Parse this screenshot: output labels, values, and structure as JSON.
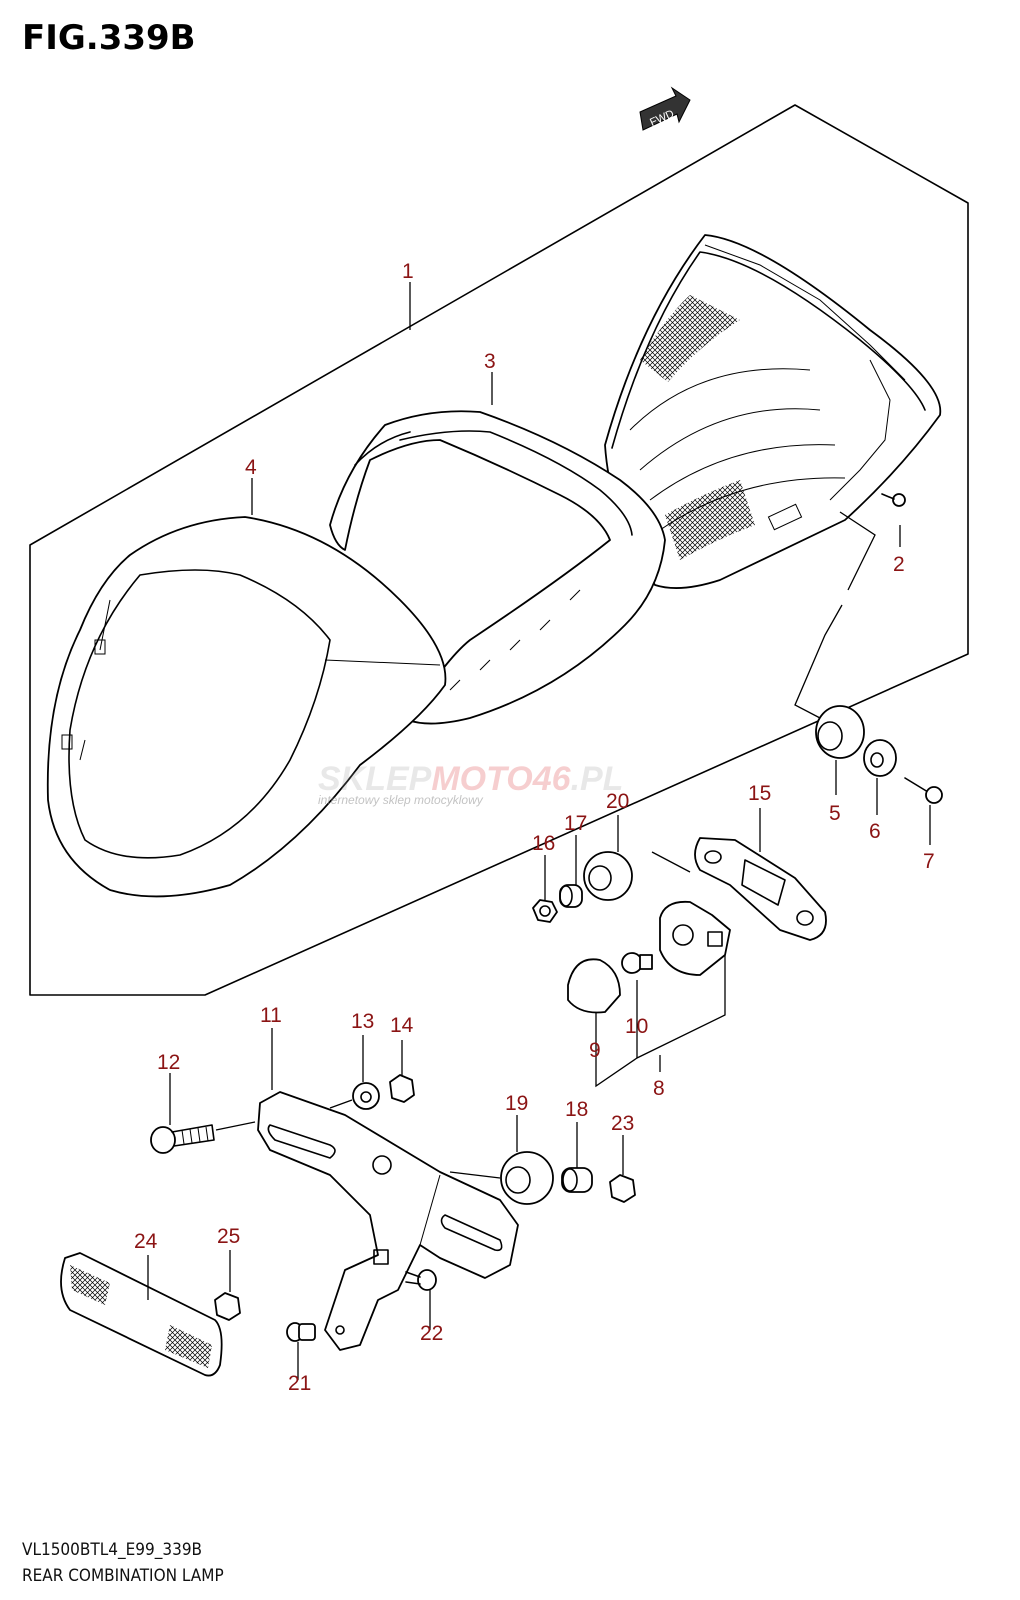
{
  "figure": {
    "title": "FIG.339B",
    "model_code": "VL1500BTL4_E99_339B",
    "assembly_name": "REAR COMBINATION LAMP"
  },
  "direction_marker": {
    "label": "FWD",
    "icon": "fwd-arrow-icon"
  },
  "watermark": {
    "brand_left": "SKLEP",
    "brand_mid": "MOTO",
    "brand_num": "46",
    "brand_tld": ".PL",
    "tagline": "internetowy sklep motocyklowy"
  },
  "callouts": [
    {
      "id": "1",
      "label": "1"
    },
    {
      "id": "2",
      "label": "2"
    },
    {
      "id": "3",
      "label": "3"
    },
    {
      "id": "4",
      "label": "4"
    },
    {
      "id": "5",
      "label": "5"
    },
    {
      "id": "6",
      "label": "6"
    },
    {
      "id": "7",
      "label": "7"
    },
    {
      "id": "8",
      "label": "8"
    },
    {
      "id": "9",
      "label": "9"
    },
    {
      "id": "10",
      "label": "10"
    },
    {
      "id": "11",
      "label": "11"
    },
    {
      "id": "12",
      "label": "12"
    },
    {
      "id": "13",
      "label": "13"
    },
    {
      "id": "14",
      "label": "14"
    },
    {
      "id": "15",
      "label": "15"
    },
    {
      "id": "16",
      "label": "16"
    },
    {
      "id": "17",
      "label": "17"
    },
    {
      "id": "18",
      "label": "18"
    },
    {
      "id": "19",
      "label": "19"
    },
    {
      "id": "20",
      "label": "20"
    },
    {
      "id": "21",
      "label": "21"
    },
    {
      "id": "22",
      "label": "22"
    },
    {
      "id": "23",
      "label": "23"
    },
    {
      "id": "24",
      "label": "24"
    },
    {
      "id": "25",
      "label": "25"
    }
  ],
  "colors": {
    "callout": "#8b1414",
    "line": "#000000",
    "watermark_red": "#d9262b"
  }
}
